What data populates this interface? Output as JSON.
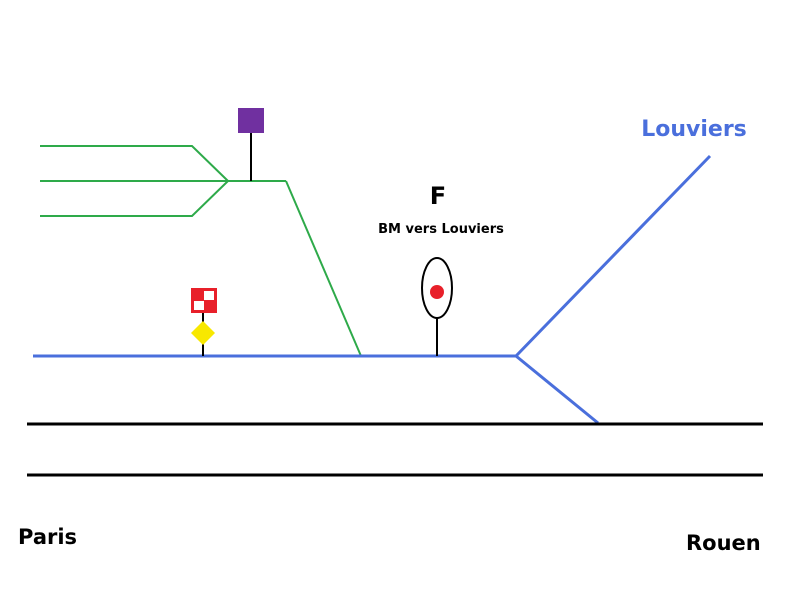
{
  "labels": {
    "signal_letter": "F",
    "signal_caption": "BM vers Louviers",
    "branch_destination": "Louviers",
    "left_destination": "Paris",
    "right_destination": "Rouen"
  },
  "colors": {
    "siding": "#2eaa4a",
    "branch_track": "#4a6fdc",
    "main_track": "#000000",
    "purple_sign": "#7030a0",
    "red_sign": "#e8202a",
    "yellow_diamond": "#f8e800",
    "signal_light": "#e8202a"
  }
}
